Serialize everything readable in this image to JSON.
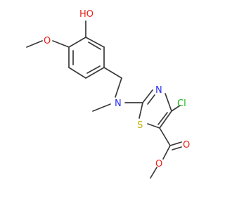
{
  "molecule": {
    "atoms": {
      "hydroxyl": {
        "label": "HO",
        "color": "#e8231a"
      },
      "methoxy_o": {
        "label": "O",
        "color": "#e8231a"
      },
      "amine_n": {
        "label": "N",
        "color": "#2b2ff0"
      },
      "ring_n": {
        "label": "N",
        "color": "#2b2ff0"
      },
      "chlorine": {
        "label": "Cl",
        "color": "#17b417"
      },
      "sulfur": {
        "label": "S",
        "color": "#c4b000"
      },
      "ester_carbonyl_o": {
        "label": "O",
        "color": "#e8231a"
      },
      "ester_o": {
        "label": "O",
        "color": "#e8231a"
      }
    },
    "bond_color": "#3a3a3a"
  }
}
